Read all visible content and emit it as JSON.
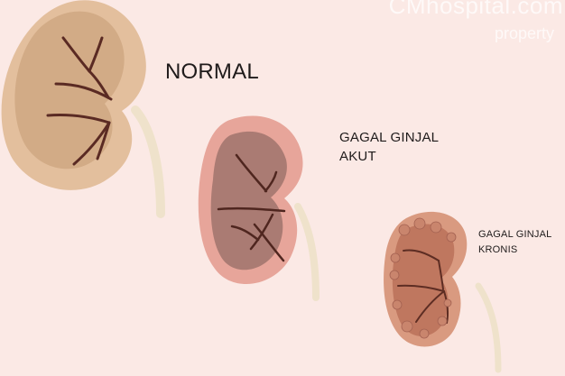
{
  "stages": {
    "normal": {
      "label": "NORMAL"
    },
    "acute": {
      "line1": "GAGAL GINJAL",
      "line2": "AKUT"
    },
    "chronic": {
      "line1": "GAGAL GINJAL",
      "line2": "KRONIS"
    }
  },
  "watermark": {
    "main": "CMhospital.com",
    "sub": "property"
  },
  "colors": {
    "background": "#fbe9e5",
    "normal_kidney": "#e3bf9d",
    "normal_inner": "#d2ab86",
    "acute_kidney": "#e7a59a",
    "acute_inner": "#aa7b73",
    "chronic_kidney": "#d99a80",
    "chronic_inner": "#bf775f",
    "ureter": "#f2e6cf",
    "vein": "#5a2a23"
  }
}
